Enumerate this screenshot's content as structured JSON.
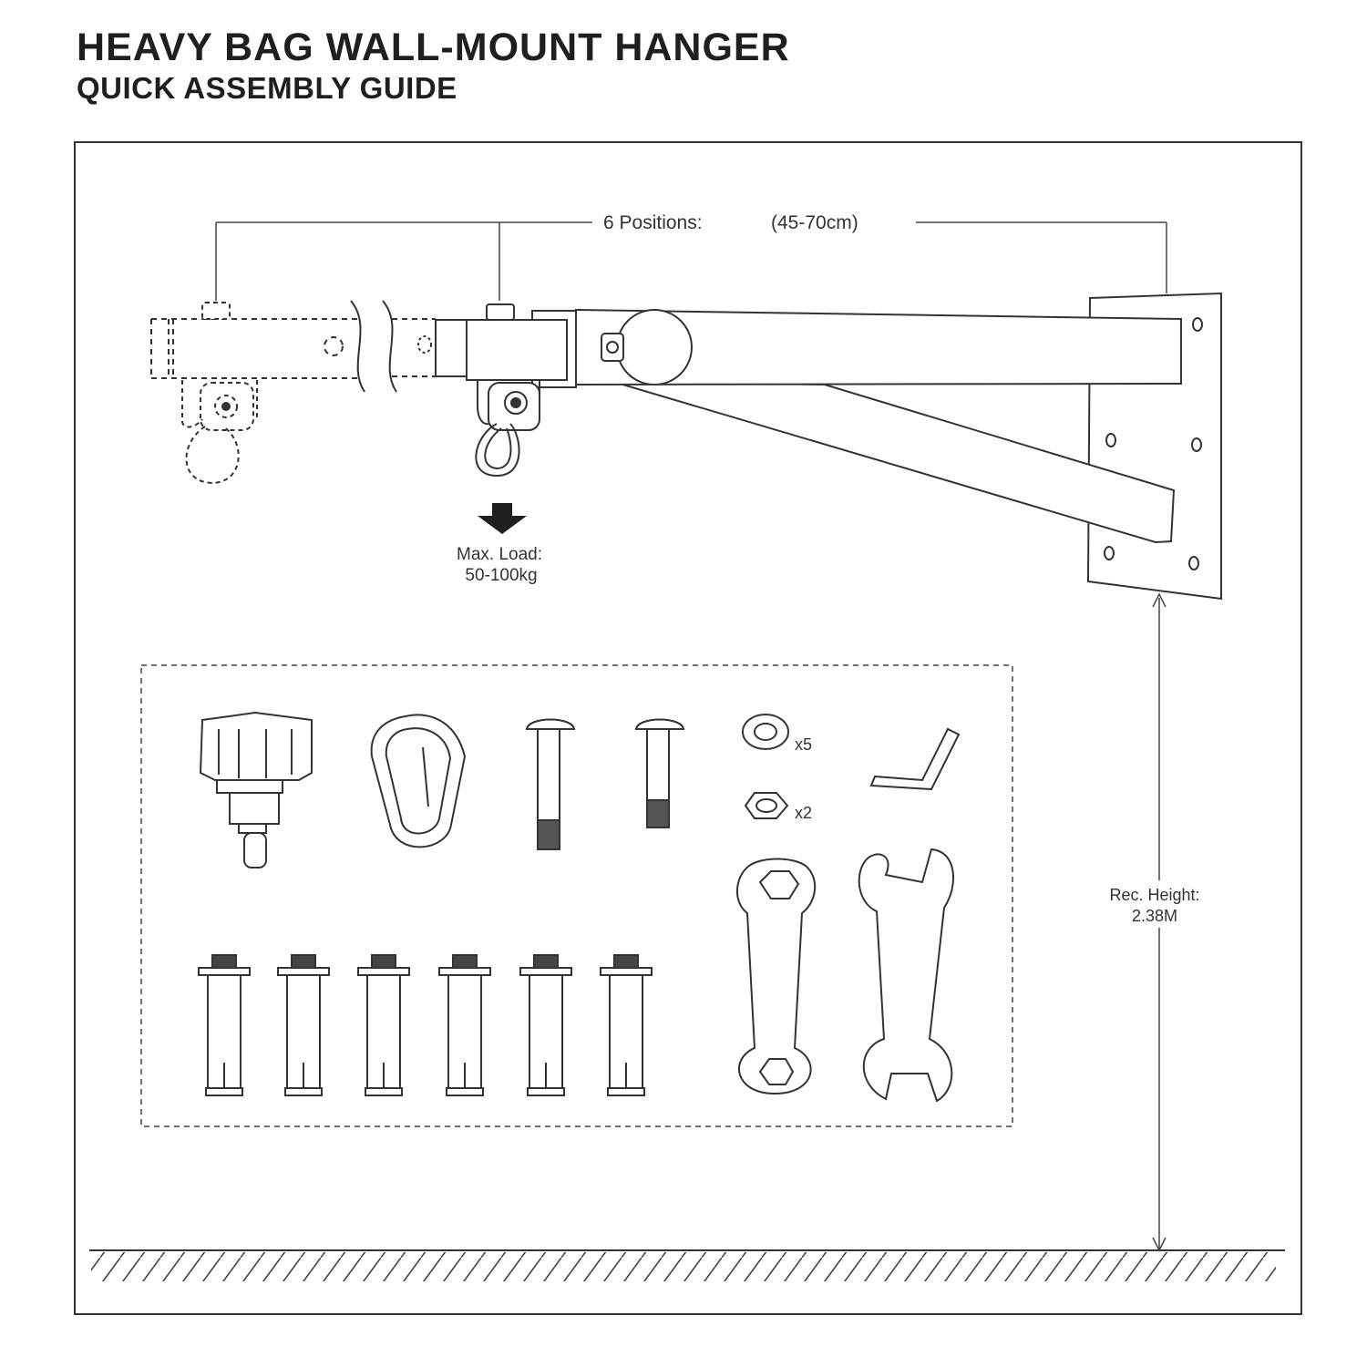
{
  "header": {
    "title": "HEAVY BAG WALL-MOUNT HANGER",
    "subtitle": "QUICK ASSEMBLY GUIDE"
  },
  "diagram": {
    "positions_label": "6 Positions:",
    "positions_range": "(45-70cm)",
    "load_label": "Max. Load:",
    "load_value": "50-100kg",
    "height_label": "Rec. Height:",
    "height_value": "2.38M"
  },
  "parts": {
    "washer_qty": "x5",
    "nut_qty": "x2"
  },
  "icons": {
    "load": "down-arrow-icon",
    "wrench": "wrench-icon",
    "hex_key": "hex-key-icon",
    "carabiner": "carabiner-icon"
  },
  "colors": {
    "line": "#333333",
    "text": "#1f1f1f"
  }
}
